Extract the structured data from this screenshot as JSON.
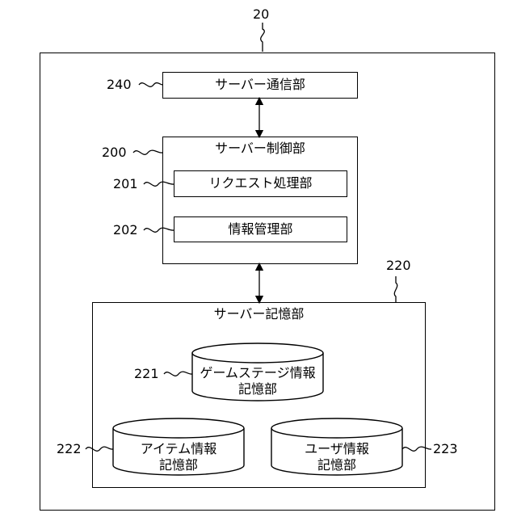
{
  "diagram": {
    "ref_main": "20",
    "ref_comm": "240",
    "ref_control": "200",
    "ref_request": "201",
    "ref_info_mgmt": "202",
    "ref_storage": "220",
    "ref_game_stage": "221",
    "ref_item": "222",
    "ref_user": "223",
    "server_comm": "サーバー通信部",
    "server_control": "サーバー制御部",
    "request_processing": "リクエスト処理部",
    "info_management": "情報管理部",
    "server_storage": "サーバー記憶部",
    "game_stage_line1": "ゲームステージ情報",
    "game_stage_line2": "記憶部",
    "item_line1": "アイテム情報",
    "item_line2": "記憶部",
    "user_line1": "ユーザ情報",
    "user_line2": "記憶部"
  }
}
